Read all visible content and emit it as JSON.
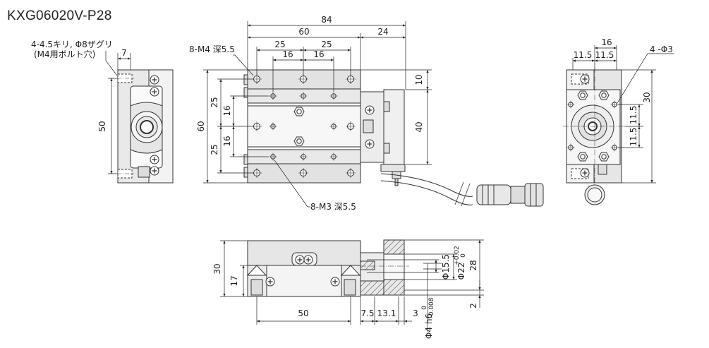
{
  "title": "KXG06020V-P28",
  "callouts": {
    "counterbore_line1": "4-4.5キリ, Φ8ザグリ",
    "counterbore_line2": "(M4用ボルト穴)",
    "m4_holes": "8-M4 深5.5",
    "m3_holes": "8-M3 深5.5",
    "phi3_holes": "4 -Φ3"
  },
  "top_view": {
    "overall_width": "84",
    "pitch_60": "60",
    "motor_24": "24",
    "pitch_25a": "25",
    "pitch_25b": "25",
    "pitch_16a": "16",
    "pitch_16b": "16",
    "height_60": "60",
    "v25a": "25",
    "v16a": "16",
    "v16b": "16",
    "v25b": "25",
    "right_10": "10",
    "right_40": "40"
  },
  "left_view": {
    "width_7": "7",
    "height_50": "50"
  },
  "right_view": {
    "w16": "16",
    "w11_5a": "11.5",
    "w11_5b": "11.5",
    "h30": "30",
    "h11_5a": "11.5",
    "h11_5b": "11.5"
  },
  "front_view": {
    "h30": "30",
    "h17": "17",
    "w50": "50",
    "w7_5": "7.5",
    "w13_1": "13.1",
    "w3": "3",
    "phi15_5": "Φ15.5",
    "phi22": "Φ22",
    "phi22_tol_upper": "+0.02",
    "phi22_tol_lower": "0",
    "h28": "28",
    "h2": "2",
    "phi4": "Φ4 h6",
    "phi4_tol_upper": "0",
    "phi4_tol_lower": "-0.008"
  }
}
